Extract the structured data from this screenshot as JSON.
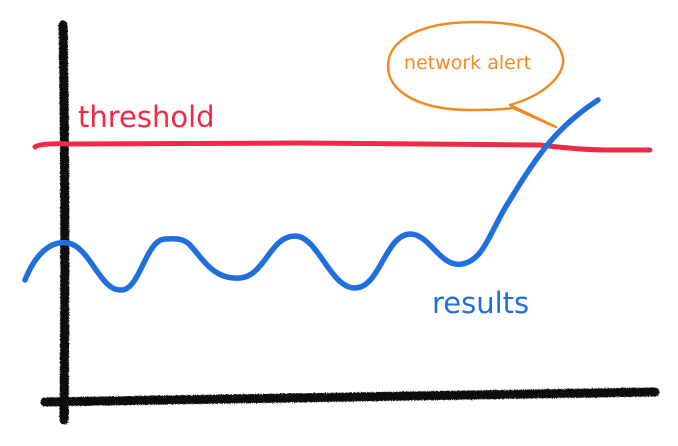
{
  "labels": {
    "threshold": "threshold",
    "results": "results",
    "alert": "network alert"
  },
  "colors": {
    "threshold": "#ee2a45",
    "results": "#1f6fde",
    "alert": "#f08a24",
    "axes": "#111111"
  }
}
